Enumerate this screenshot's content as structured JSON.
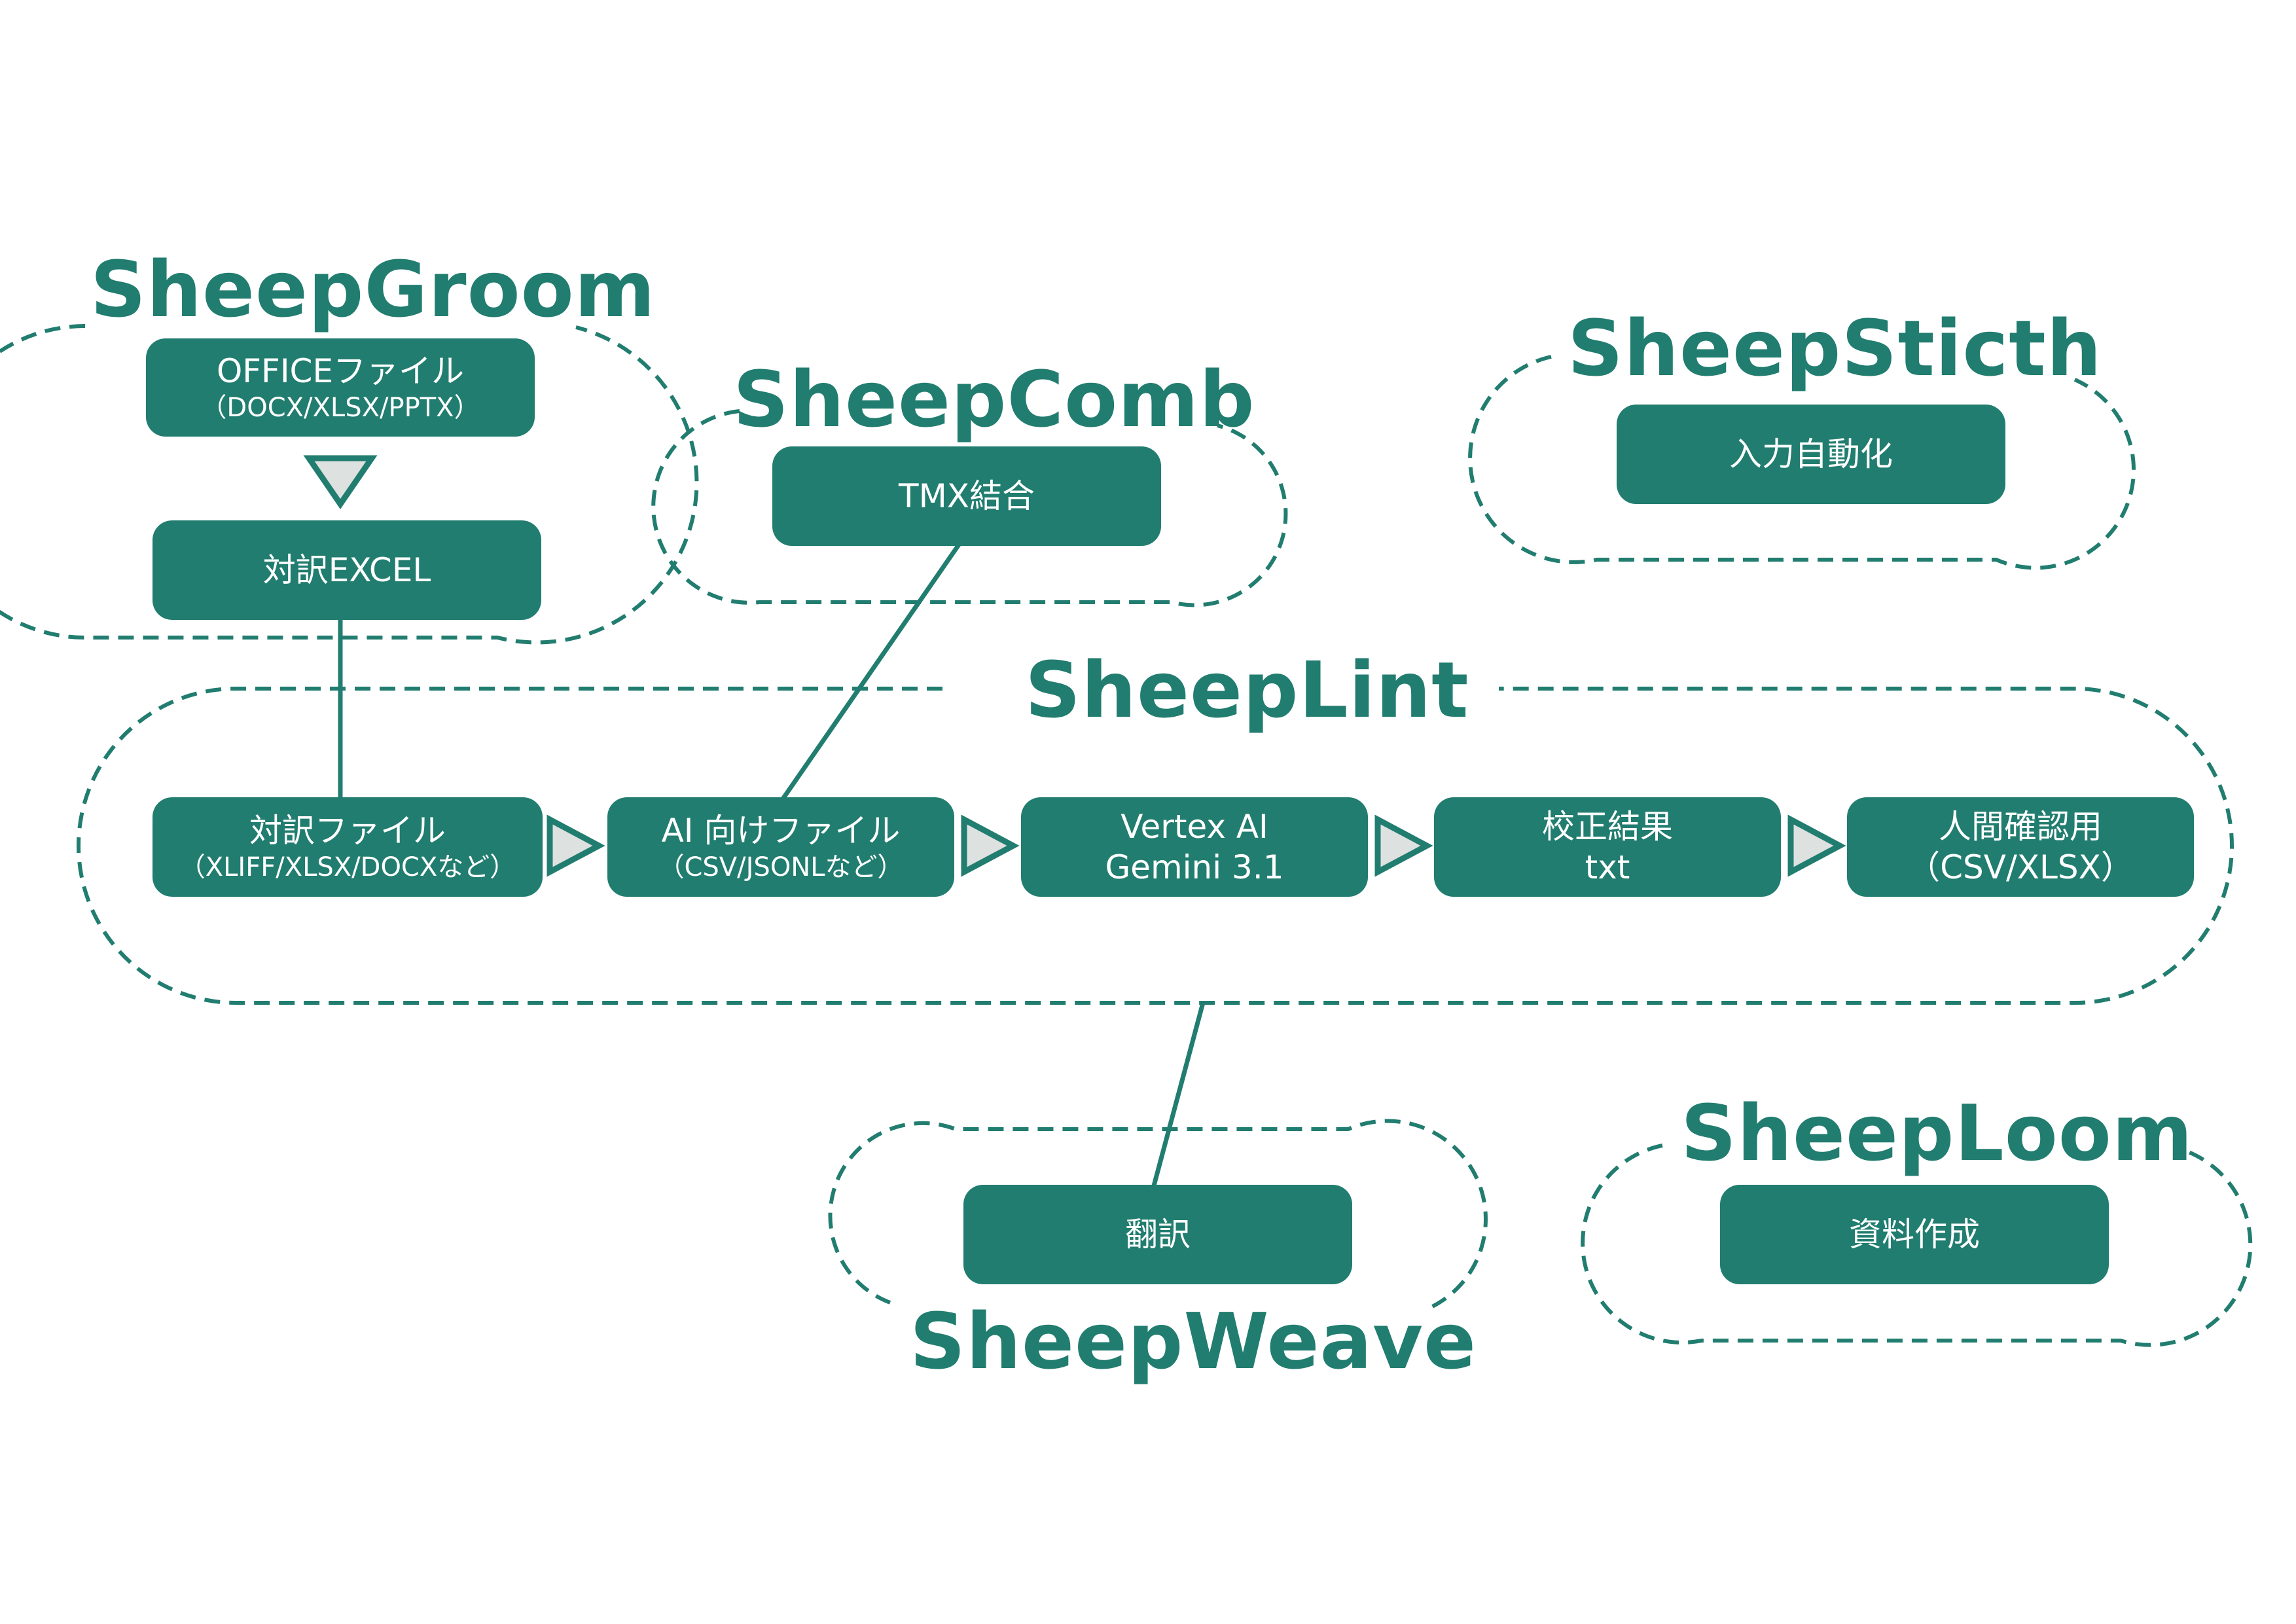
{
  "colors": {
    "accent": "#217d6f",
    "arrow_fill": "#dde1e0",
    "background": "#ffffff"
  },
  "groups": {
    "groom": {
      "title": "SheepGroom"
    },
    "comb": {
      "title": "SheepComb"
    },
    "sticth": {
      "title": "SheepSticth"
    },
    "lint": {
      "title": "SheepLint"
    },
    "weave": {
      "title": "SheepWeave"
    },
    "loom": {
      "title": "SheepLoom"
    }
  },
  "nodes": {
    "office": {
      "line1": "OFFICEファイル",
      "line2": "（DOCX/XLSX/PPTX）"
    },
    "taiyaku_excel": {
      "line1": "対訳EXCEL"
    },
    "tmx": {
      "line1": "TMX結合"
    },
    "auto_input": {
      "line1": "入力自動化"
    },
    "taiyaku_file": {
      "line1": "対訳ファイル",
      "line2": "（XLIFF/XLSX/DOCXなど）"
    },
    "ai_file": {
      "line1": "AI 向けファイル",
      "line2": "（CSV/JSONLなど）"
    },
    "vertex": {
      "line1": "Vertex AI",
      "line2": "Gemini 3.1"
    },
    "result": {
      "line1": "校正結果",
      "line2": "txt"
    },
    "human": {
      "line1": "人間確認用",
      "line2": "（CSV/XLSX）"
    },
    "translate": {
      "line1": "翻訳"
    },
    "docs": {
      "line1": "資料作成"
    }
  }
}
